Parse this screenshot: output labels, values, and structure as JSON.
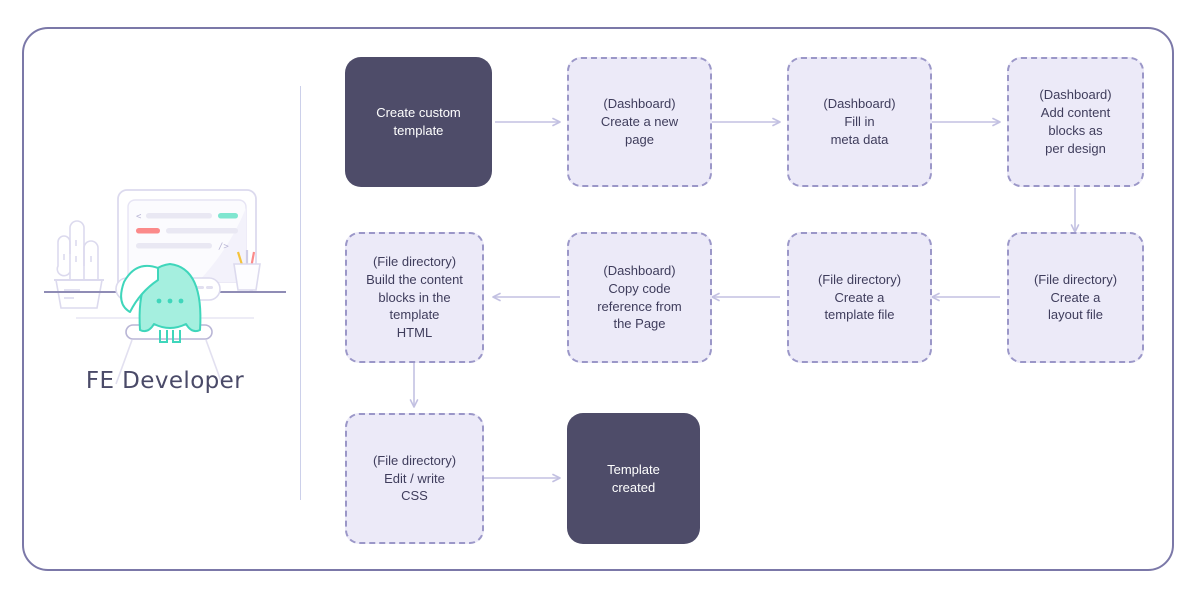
{
  "frame": {
    "border_color": "#7b78a8",
    "background": "#ffffff"
  },
  "persona": {
    "label": "FE Developer",
    "illustration": {
      "character_color": "#7fe6d0",
      "desk_color": "#8f8cb5",
      "monitor_color": "#d8d6ec",
      "accent_mint": "#6fe0c8",
      "accent_red": "#fb8a8a",
      "accent_yellow": "#f5c33b"
    }
  },
  "divider": {
    "color": "#ccd0ea"
  },
  "flow": {
    "arrow_color": "#c3c1e2",
    "start_node": {
      "id": "create-custom-template",
      "label": "Create custom\ntemplate",
      "style": "solid",
      "fill": "#4e4c69",
      "text_color": "#ffffff"
    },
    "end_node": {
      "id": "template-created",
      "label": "Template\ncreated",
      "style": "solid",
      "fill": "#4e4c69",
      "text_color": "#ffffff"
    },
    "steps": [
      {
        "id": "create-a-new-page",
        "context": "(Dashboard)",
        "label": "(Dashboard)\nCreate a new\npage",
        "row": 1,
        "column": 2
      },
      {
        "id": "fill-in-meta-data",
        "context": "(Dashboard)",
        "label": "(Dashboard)\nFill in\nmeta data",
        "row": 1,
        "column": 3
      },
      {
        "id": "add-content-blocks",
        "context": "(Dashboard)",
        "label": "(Dashboard)\nAdd content\nblocks as\nper design",
        "row": 1,
        "column": 4
      },
      {
        "id": "create-a-layout-file",
        "context": "(File directory)",
        "label": "(File directory)\nCreate a\nlayout file",
        "row": 2,
        "column": 4
      },
      {
        "id": "create-a-template-file",
        "context": "(File directory)",
        "label": "(File directory)\nCreate a\ntemplate file",
        "row": 2,
        "column": 3
      },
      {
        "id": "copy-code-reference",
        "context": "(Dashboard)",
        "label": "(Dashboard)\nCopy code\nreference from\nthe Page",
        "row": 2,
        "column": 2
      },
      {
        "id": "build-content-blocks",
        "context": "(File directory)",
        "label": "(File directory)\nBuild the content\nblocks in the\ntemplate\nHTML",
        "row": 2,
        "column": 1
      },
      {
        "id": "edit-write-css",
        "context": "(File directory)",
        "label": "(File directory)\nEdit / write\nCSS",
        "row": 3,
        "column": 1
      }
    ]
  }
}
